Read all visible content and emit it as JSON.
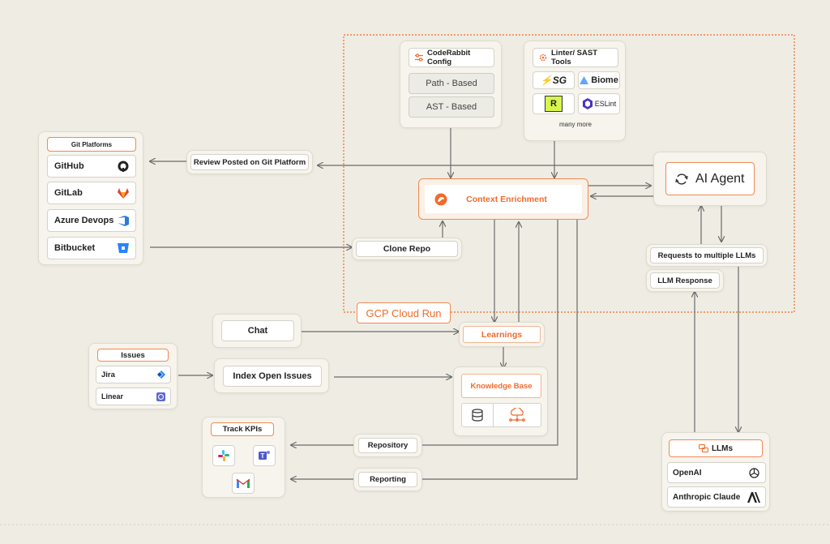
{
  "colors": {
    "accent": "#f26b2a",
    "border_orange": "#f08a55",
    "line": "#6a6a6a",
    "background": "#efede3"
  },
  "cloud_label": "GCP Cloud Run",
  "config": {
    "title": "CodeRabbit Config",
    "items": [
      "Path - Based",
      "AST - Based"
    ],
    "icon": "sliders-icon"
  },
  "linters": {
    "title": "Linter/ SAST Tools",
    "tools": [
      "SG",
      "Biome",
      "",
      "ESLint"
    ],
    "footer": "many more",
    "icon": "gear-icon"
  },
  "context": {
    "label": "Context Enrichment",
    "icon": "coderabbit-logo-icon"
  },
  "agent": {
    "label": "AI Agent",
    "icon": "refresh-icon"
  },
  "git": {
    "title": "Git Platforms",
    "items": [
      {
        "label": "GitHub",
        "icon": "github-icon"
      },
      {
        "label": "GitLab",
        "icon": "gitlab-icon"
      },
      {
        "label": "Azure Devops",
        "icon": "azure-devops-icon"
      },
      {
        "label": "Bitbucket",
        "icon": "bitbucket-icon"
      }
    ]
  },
  "review_posted": "Review Posted on Git Platform",
  "clone_repo": "Clone Repo",
  "requests_llms": "Requests to multiple LLMs",
  "llm_response": "LLM Response",
  "chat": "Chat",
  "learnings": "Learnings",
  "issues": {
    "title": "Issues",
    "items": [
      {
        "label": "Jira",
        "icon": "jira-icon"
      },
      {
        "label": "Linear",
        "icon": "linear-icon"
      }
    ]
  },
  "index_issues": "Index Open Issues",
  "knowledge_base": {
    "title": "Knowledge Base",
    "icons": [
      "database-icon",
      "cloud-network-icon"
    ]
  },
  "kpis": {
    "title": "Track KPIs",
    "icons": [
      "slack-icon",
      "teams-icon",
      "gmail-icon"
    ]
  },
  "repository": "Repository",
  "reporting": "Reporting",
  "llms": {
    "title": "LLMs",
    "icon": "chat-bubbles-icon",
    "items": [
      {
        "label": "OpenAI",
        "icon": "openai-icon"
      },
      {
        "label": "Anthropic Claude",
        "icon": "anthropic-icon"
      }
    ]
  }
}
